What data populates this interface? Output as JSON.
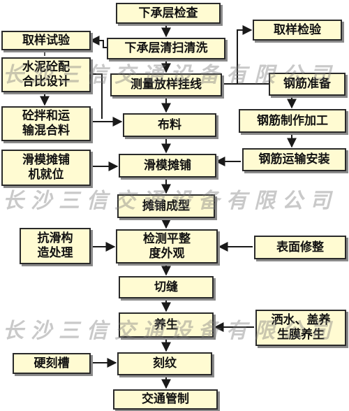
{
  "nodes": {
    "lower_inspect": "下承层检查",
    "lower_clean": "下承层清扫清洗",
    "survey": "测量放样挂线",
    "distribute": "布料",
    "slipform_pave": "滑模摊铺",
    "pave_form": "摊铺成型",
    "inspect_flat": "检测平整\n度外观",
    "cut_joint": "切缝",
    "curing": "养生",
    "carve_texture": "刻纹",
    "traffic": "交通管制",
    "sample_test": "取样试验",
    "mix_design": "水泥砼配\n合比设计",
    "mix_transport": "砼拌和运\n输混合料",
    "paver_ready": "滑模摊铺\n机就位",
    "anti_slip": "抗滑构\n造处理",
    "hard_groove": "硬刻槽",
    "sample_inspect": "取样检验",
    "rebar_prepare": "钢筋准备",
    "rebar_fabricate": "钢筋制作加工",
    "rebar_install": "钢筋运输安装",
    "surface_finish": "表面修整",
    "water_cover": "洒水、盖养\n生膜养生"
  },
  "watermarks": [
    "长沙三信交通设备有限公司",
    "长沙三信交通设备有限公司",
    "长沙三信交通设备有限公司"
  ],
  "colors": {
    "box_fill": "#fffbd2",
    "box_border": "#2a2a2a",
    "arrow": "#1a1a1a"
  }
}
